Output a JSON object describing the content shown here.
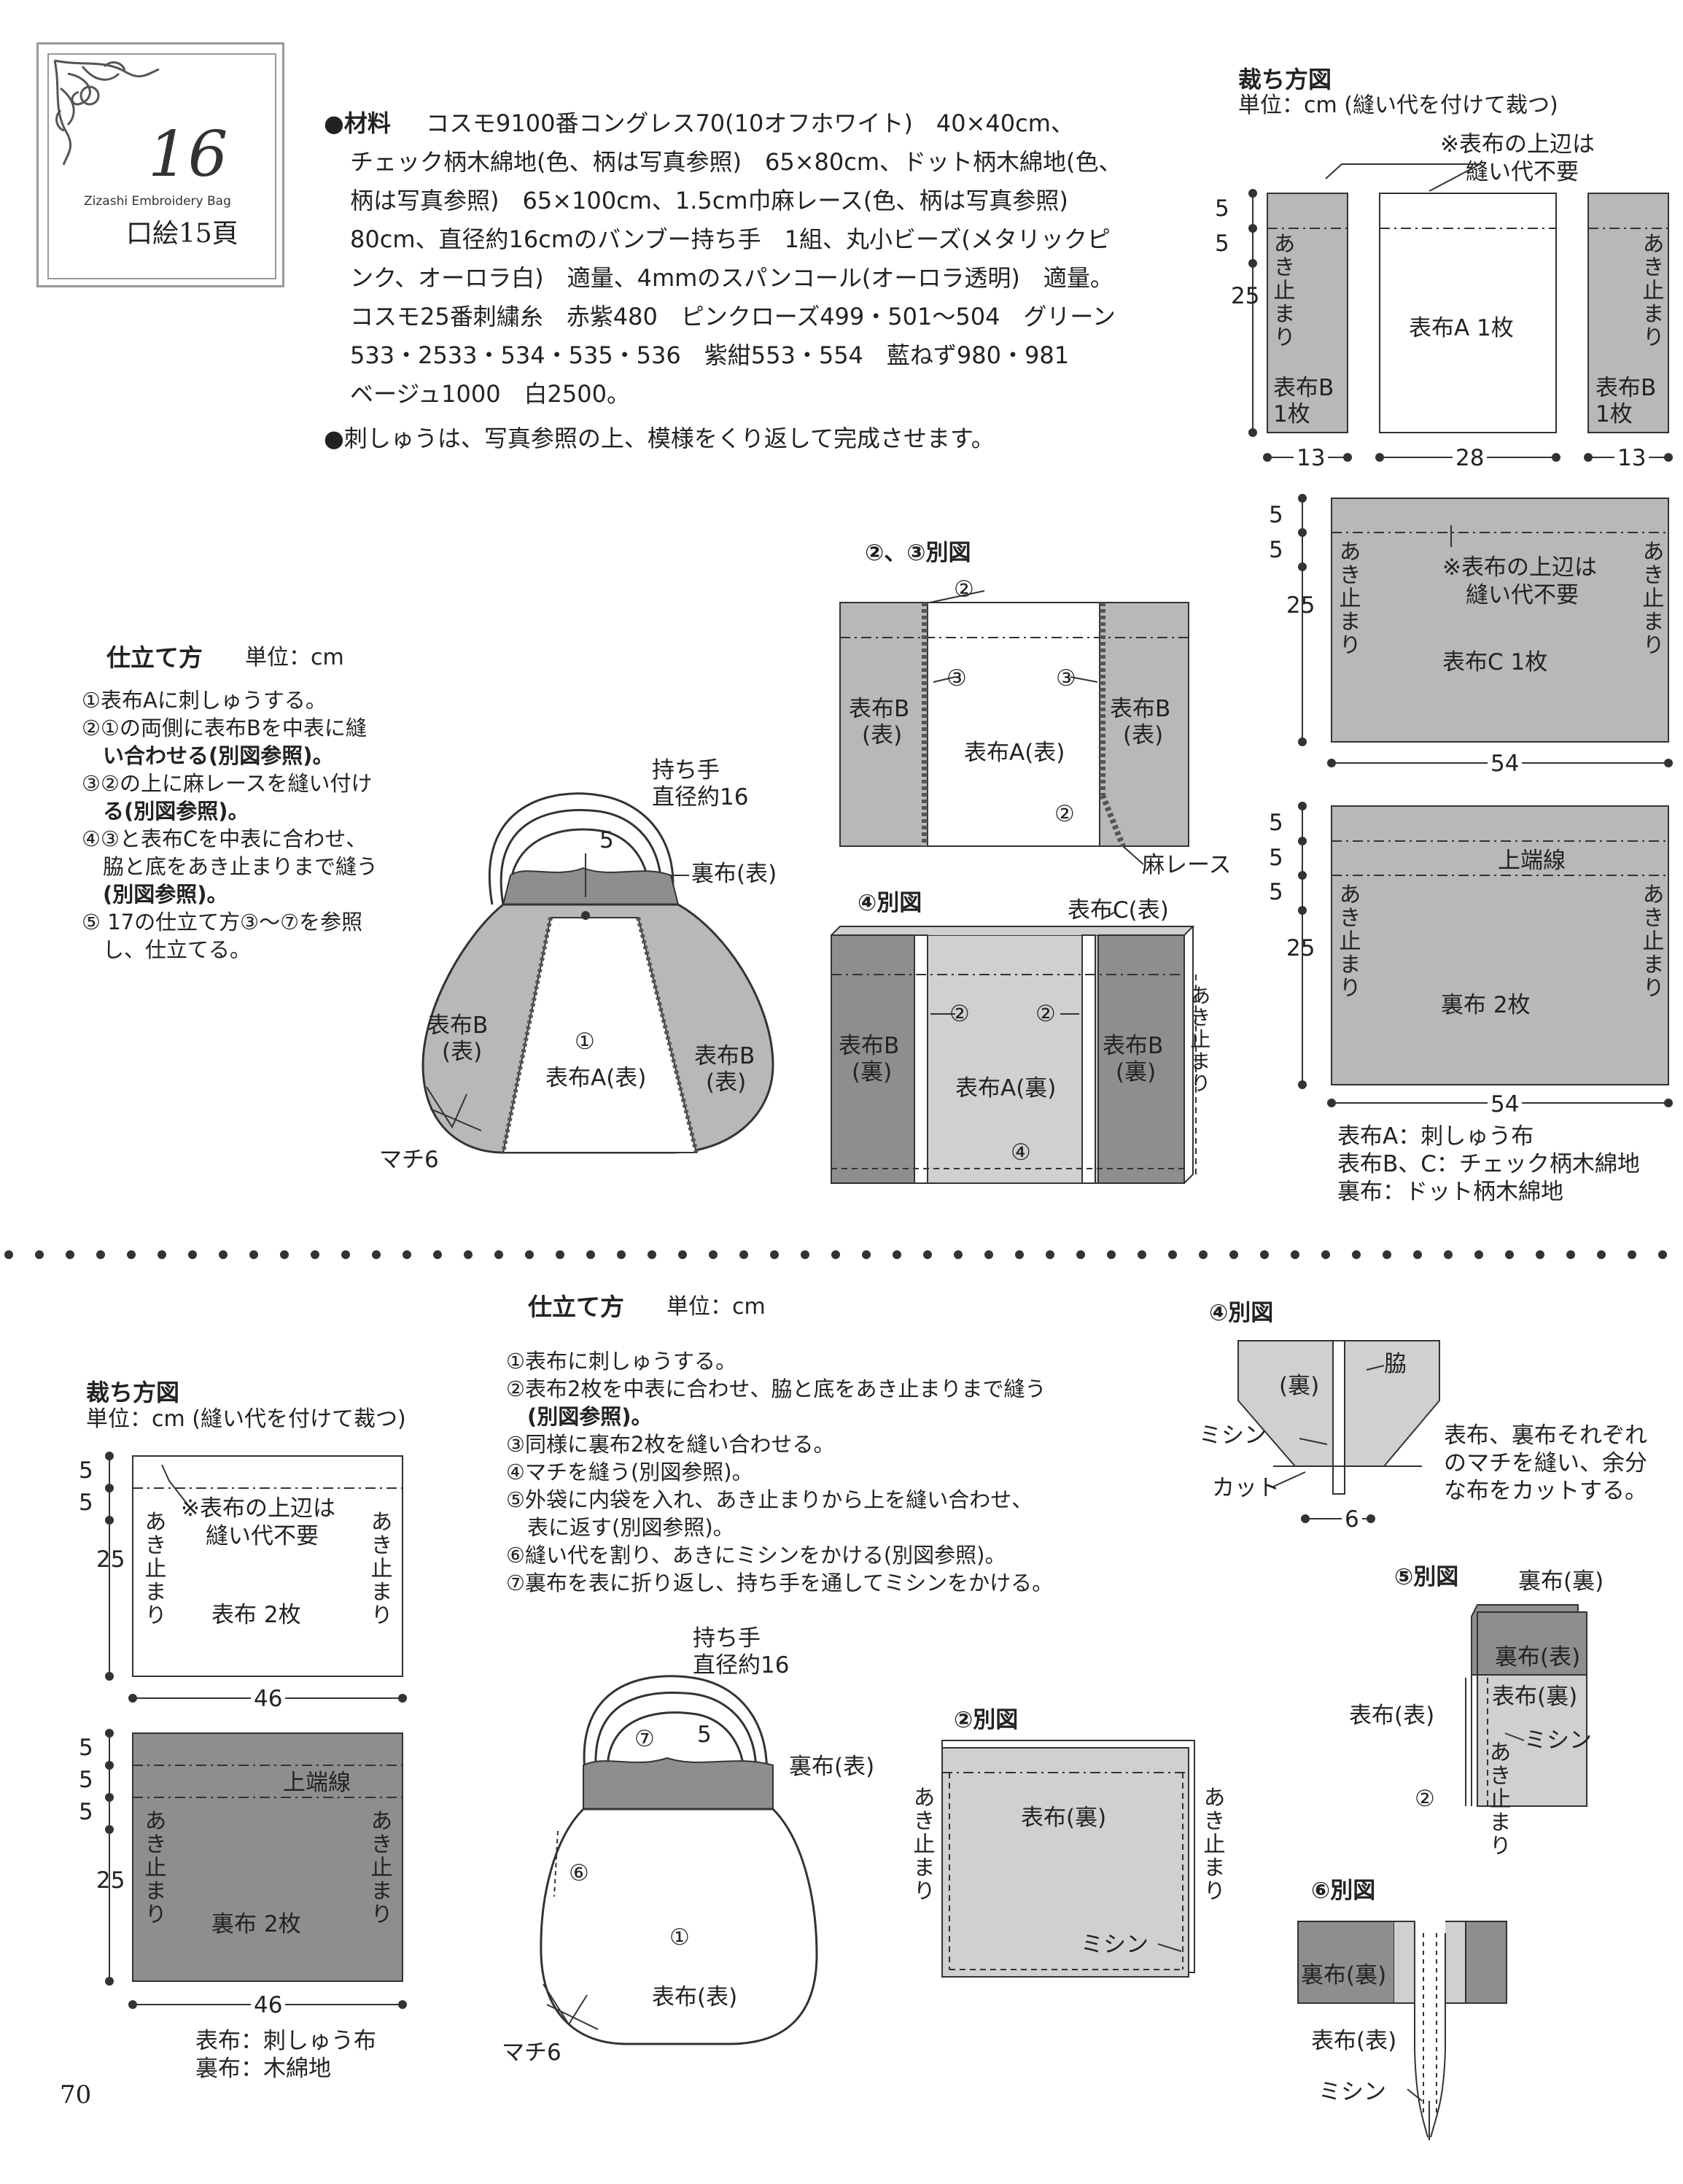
{
  "header": {
    "number": "16",
    "brand": "Zizashi Embroidery Bag",
    "page_ref": "口絵15頁"
  },
  "materials": {
    "label": "●材料",
    "lines": [
      "コスモ9100番コングレス70(10オフホワイト)　40×40cm、",
      "チェック柄木綿地(色、柄は写真参照)　65×80cm、ドット柄木綿地(色、",
      "柄は写真参照)　65×100cm、1.5cm巾麻レース(色、柄は写真参照)",
      "80cm、直径約16cmのバンブー持ち手　1組、丸小ビーズ(メタリックピ",
      "ンク、オーロラ白)　適量、4mmのスパンコール(オーロラ透明)　適量。",
      "コスモ25番刺繍糸　赤紫480　ピンクローズ499・501〜504　グリーン",
      "533・2533・534・535・536　紫紺553・554　藍ねず980・981",
      "ベージュ1000　白2500。"
    ],
    "note": "●刺しゅうは、写真参照の上、模様をくり返して完成させます。"
  },
  "top": {
    "how_title": "仕立て方",
    "unit": "単位：cm",
    "steps": [
      "①表布Aに刺しゅうする。",
      "②①の両側に表布Bを中表に縫",
      "　い合わせる(別図参照)。",
      "③②の上に麻レースを縫い付け",
      "　る(別図参照)。",
      "④③と表布Cを中表に合わせ、",
      "　脇と底をあき止まりまで縫う",
      "　(別図参照)。",
      "⑤ 17の仕立て方③〜⑦を参照",
      "　し、仕立てる。"
    ],
    "bag": {
      "handle": "持ち手",
      "handle_size": "直径約16",
      "five": "5",
      "lining": "裏布(表)",
      "b_left_1": "表布B",
      "b_left_2": "(表)",
      "one": "①",
      "a_front": "表布A(表)",
      "b_right_1": "表布B",
      "b_right_2": "(表)",
      "gusset": "マチ6"
    },
    "fig23": {
      "title": "②、③別図",
      "c2": "②",
      "c3a": "③",
      "c3b": "③",
      "b_left": "表布B",
      "b_left_s": "(表)",
      "a": "表布A(表)",
      "b_right": "表布B",
      "b_right_s": "(表)",
      "c2b": "②",
      "lace": "麻レース"
    },
    "fig4": {
      "title": "④別図",
      "c_label": "表布C(表)",
      "c2a": "②",
      "c2b": "②",
      "b_left": "表布B",
      "b_left_s": "(裏)",
      "a": "表布A(裏)",
      "b_right": "表布B",
      "b_right_s": "(裏)",
      "c4": "④",
      "opening": "あき止まり"
    },
    "cut": {
      "title": "裁ち方図",
      "unit": "単位：cm (縫い代を付けて裁つ)",
      "note1": "※表布の上辺は",
      "note2": "縫い代不要",
      "d5a": "5",
      "d5b": "5",
      "d25": "25",
      "opening": "あき止まり",
      "b_piece": "表布B",
      "b_count": "1枚",
      "a_piece": "表布A 1枚",
      "w13a": "13",
      "w28": "28",
      "w13b": "13",
      "c_d5a": "5",
      "c_d5b": "5",
      "c_d25": "25",
      "c_note1": "※表布の上辺は",
      "c_note2": "縫い代不要",
      "c_piece": "表布C 1枚",
      "w54a": "54",
      "l_d5a": "5",
      "l_d5b": "5",
      "l_d5c": "5",
      "l_d25": "25",
      "top_line": "上端線",
      "lining": "裏布 2枚",
      "w54b": "54",
      "legend1": "表布A：刺しゅう布",
      "legend2": "表布B、C：チェック柄木綿地",
      "legend3": "裏布：ドット柄木綿地"
    }
  },
  "bottom": {
    "cut": {
      "title": "裁ち方図",
      "unit": "単位：cm (縫い代を付けて裁つ)",
      "d5a": "5",
      "d5b": "5",
      "d25": "25",
      "note1": "※表布の上辺は",
      "note2": "縫い代不要",
      "opening": "あき止まり",
      "outer": "表布 2枚",
      "w46a": "46",
      "l_d5a": "5",
      "l_d5b": "5",
      "l_d5c": "5",
      "l_d25": "25",
      "top_line": "上端線",
      "lining": "裏布 2枚",
      "w46b": "46",
      "legend1": "表布：刺しゅう布",
      "legend2": "裏布：木綿地"
    },
    "how_title": "仕立て方",
    "unit": "単位：cm",
    "steps": [
      "①表布に刺しゅうする。",
      "②表布2枚を中表に合わせ、脇と底をあき止まりまで縫う",
      "　(別図参照)。",
      "③同様に裏布2枚を縫い合わせる。",
      "④マチを縫う(別図参照)。",
      "⑤外袋に内袋を入れ、あき止まりから上を縫い合わせ、",
      "　表に返す(別図参照)。",
      "⑥縫い代を割り、あきにミシンをかける(別図参照)。",
      "⑦裏布を表に折り返し、持ち手を通してミシンをかける。"
    ],
    "bag": {
      "handle": "持ち手",
      "handle_size": "直径約16",
      "c7": "⑦",
      "five": "5",
      "lining": "裏布(表)",
      "c6": "⑥",
      "one": "①",
      "front": "表布(表)",
      "gusset": "マチ6"
    },
    "fig2": {
      "title": "②別図",
      "piece": "表布(裏)",
      "opening": "あき止まり",
      "machine": "ミシン"
    },
    "fig4": {
      "title": "④別図",
      "back": "(裏)",
      "side": "脇",
      "machine": "ミシン",
      "cut": "カット",
      "w6": "6",
      "desc1": "表布、裏布それぞれ",
      "desc2": "のマチを縫い、余分",
      "desc3": "な布をカットする。"
    },
    "fig5": {
      "title": "⑤別図",
      "lining_front": "裏布(裏)",
      "lining_face": "裏布(表)",
      "outer_back": "表布(裏)",
      "outer_face": "表布(表)",
      "machine": "ミシン",
      "c2": "②",
      "opening": "あき止まり"
    },
    "fig6": {
      "title": "⑥別図",
      "lining": "裏布(裏)",
      "outer": "表布(表)",
      "machine": "ミシン"
    }
  },
  "footer": {
    "page_number": "70"
  },
  "colors": {
    "fabric_gray": "#b8b8b8",
    "dark_gray": "#8e8e8e",
    "light_gray": "#d0d0d0",
    "ink": "#222222"
  }
}
